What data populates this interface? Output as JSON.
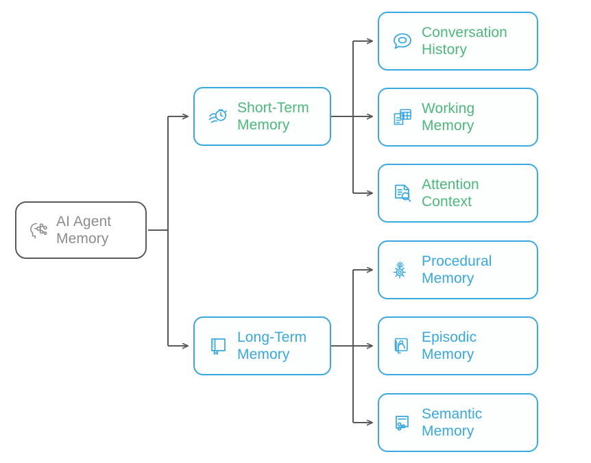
{
  "diagram": {
    "title": "AI Agent Memory",
    "type": "tree",
    "colors": {
      "node_border_blue": "#35a8e0",
      "node_border_gray": "#58595b",
      "text_green": "#4cb87a",
      "text_blue": "#38a8e0",
      "text_gray": "#8a8c8e",
      "connector_gray": "#58595b",
      "background": "#ffffff"
    },
    "root": {
      "label": "AI Agent\nMemory",
      "icon": "ai-brain-circuit-icon",
      "text_color": "#8a8c8e"
    },
    "branches": [
      {
        "id": "short-term",
        "label": "Short-Term\nMemory",
        "icon": "stopwatch-hand-icon",
        "text_color": "#4cb87a",
        "children": [
          {
            "id": "conversation-history",
            "label": "Conversation\nHistory",
            "icon": "speech-bubble-icon",
            "text_color": "#4cb87a"
          },
          {
            "id": "working-memory",
            "label": "Working\nMemory",
            "icon": "spreadsheet-document-icon",
            "text_color": "#4cb87a"
          },
          {
            "id": "attention-context",
            "label": "Attention\nContext",
            "icon": "document-search-icon",
            "text_color": "#4cb87a"
          }
        ]
      },
      {
        "id": "long-term",
        "label": "Long-Term\nMemory",
        "icon": "book-icon",
        "text_color": "#38a8e0",
        "children": [
          {
            "id": "procedural-memory",
            "label": "Procedural\nMemory",
            "icon": "gears-icon",
            "text_color": "#38a8e0"
          },
          {
            "id": "episodic-memory",
            "label": "Episodic\nMemory",
            "icon": "photo-stack-icon",
            "text_color": "#38a8e0"
          },
          {
            "id": "semantic-memory",
            "label": "Semantic\nMemory",
            "icon": "knowledge-graph-card-icon",
            "text_color": "#38a8e0"
          }
        ]
      }
    ]
  }
}
